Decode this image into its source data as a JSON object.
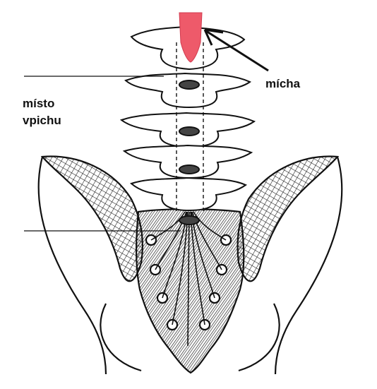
{
  "labels": {
    "spinal_cord": "mícha",
    "injection_site_line1": "místo",
    "injection_site_line2": "vpichu"
  },
  "colors": {
    "spinal_cord": "#ee5a6a",
    "ink": "#111111",
    "bone_fill": "#ffffff"
  }
}
